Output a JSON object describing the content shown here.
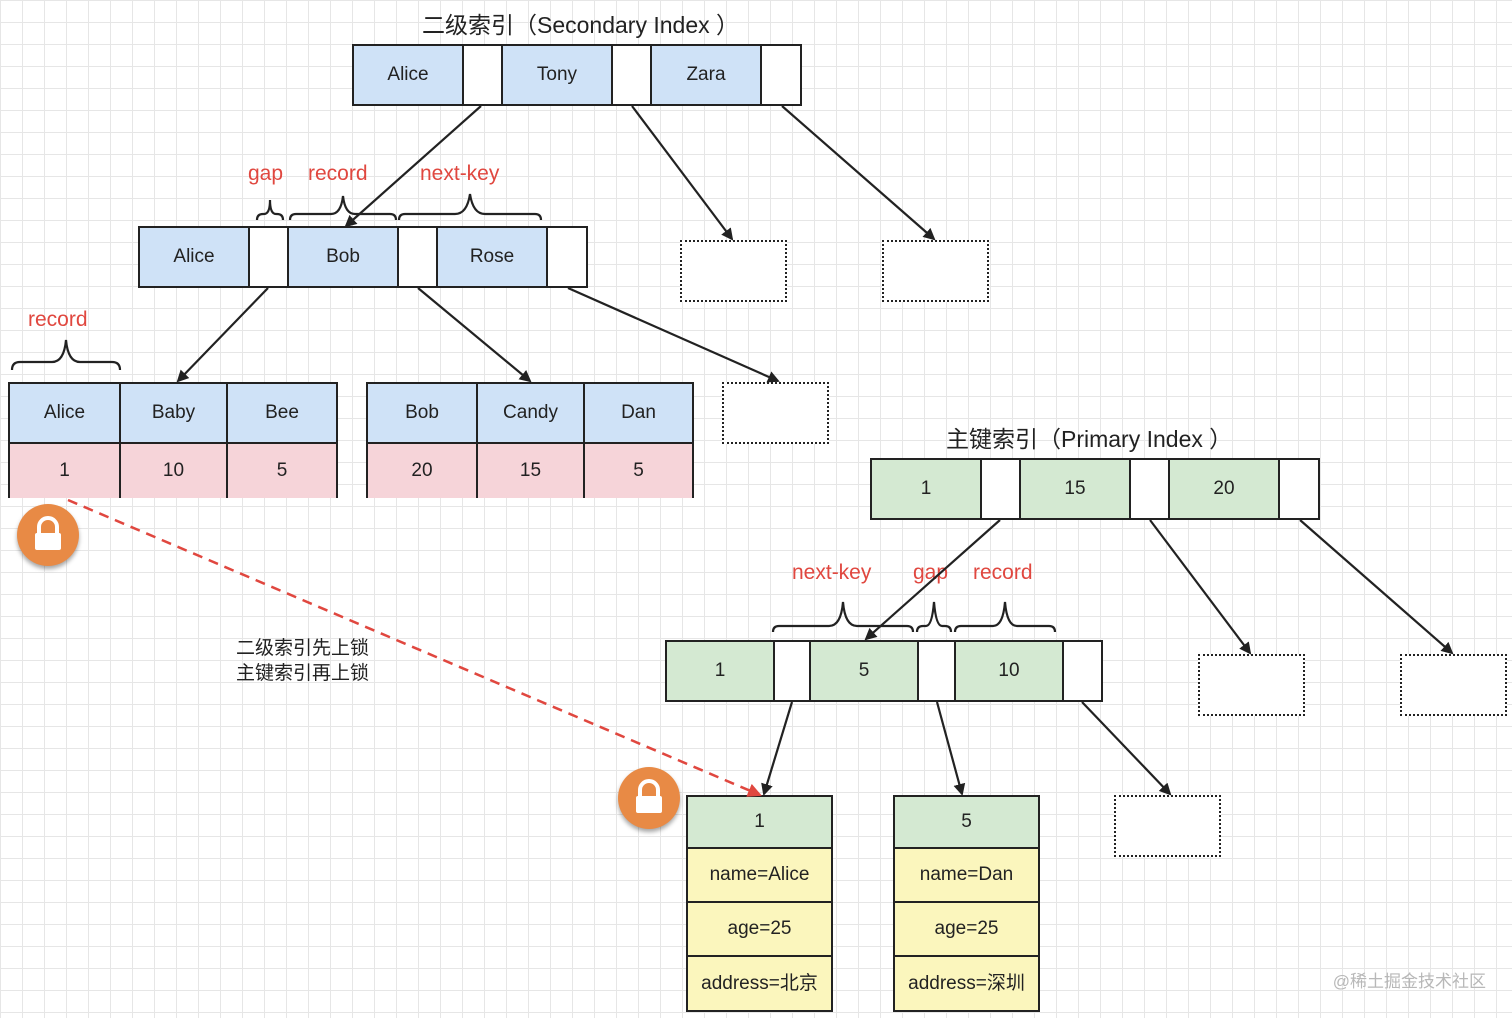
{
  "secondary_index": {
    "title": "二级索引（Secondary Index ）",
    "root_keys": [
      "Alice",
      "Tony",
      "Zara"
    ],
    "inner_keys": [
      "Alice",
      "Bob",
      "Rose"
    ],
    "leaf1": {
      "keys": [
        "Alice",
        "Baby",
        "Bee"
      ],
      "ids": [
        "1",
        "10",
        "5"
      ]
    },
    "leaf2": {
      "keys": [
        "Bob",
        "Candy",
        "Dan"
      ],
      "ids": [
        "20",
        "15",
        "5"
      ]
    },
    "labels": {
      "gap": "gap",
      "record": "record",
      "next_key": "next-key",
      "leaf_record": "record"
    }
  },
  "primary_index": {
    "title": "主键索引（Primary Index ）",
    "root_keys": [
      "1",
      "15",
      "20"
    ],
    "inner_keys": [
      "1",
      "5",
      "10"
    ],
    "labels": {
      "next_key": "next-key",
      "gap": "gap",
      "record": "record"
    },
    "record1": {
      "id": "1",
      "name": "name=Alice",
      "age": "age=25",
      "address": "address=北京"
    },
    "record2": {
      "id": "5",
      "name": "name=Dan",
      "age": "age=25",
      "address": "address=深圳"
    }
  },
  "note": {
    "line1": "二级索引先上锁",
    "line2": "主键索引再上锁"
  },
  "watermark": "@稀土掘金技术社区",
  "colors": {
    "secondary_key": "#cfe2f7",
    "primary_key": "#d4e9d2",
    "row_id": "#f6d4d9",
    "record_field": "#fbf6bd",
    "label_red": "#e0473f",
    "lock": "#e88a45"
  }
}
